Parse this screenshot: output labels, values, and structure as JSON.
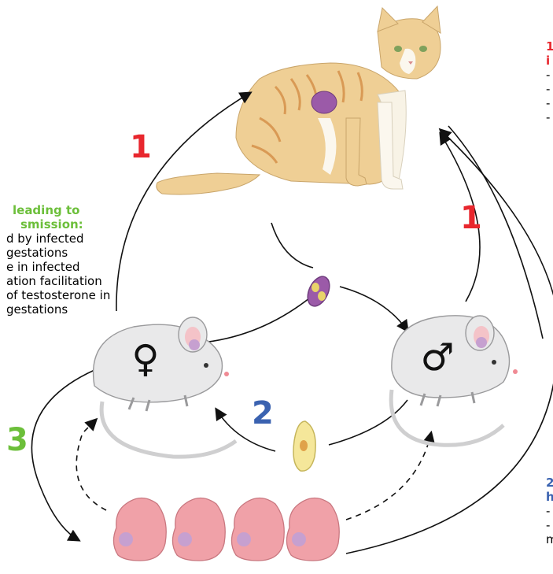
{
  "labels": {
    "step1_left": "1",
    "step1_right": "1",
    "step2": "2",
    "step3": "3",
    "female_symbol": "♀",
    "male_symbol": "♂"
  },
  "colors": {
    "step1": "#e8272e",
    "step2": "#3a62b0",
    "step3": "#6cbf3a",
    "cat_fur": "#efcf95",
    "cat_stripe": "#d99a55",
    "mouse_body": "#e9e9ea",
    "pup": "#f0a1a8",
    "oocyst": "#9b5aa8",
    "cyst": "#f5e79a"
  },
  "left_panel": {
    "heading_lines": [
      "leading to",
      "smission:"
    ],
    "lines": [
      "d by infected",
      "gestations",
      "e in infected",
      "ation facilitation",
      "of testosterone in",
      "gestations"
    ]
  },
  "top_right_panel": {
    "heading_lines": [
      "1",
      "i"
    ],
    "lines": [
      "-",
      "-",
      "-",
      "-"
    ]
  },
  "bottom_right_panel": {
    "heading_lines": [
      "2",
      "h"
    ],
    "lines": [
      "-",
      "-",
      "m"
    ]
  }
}
